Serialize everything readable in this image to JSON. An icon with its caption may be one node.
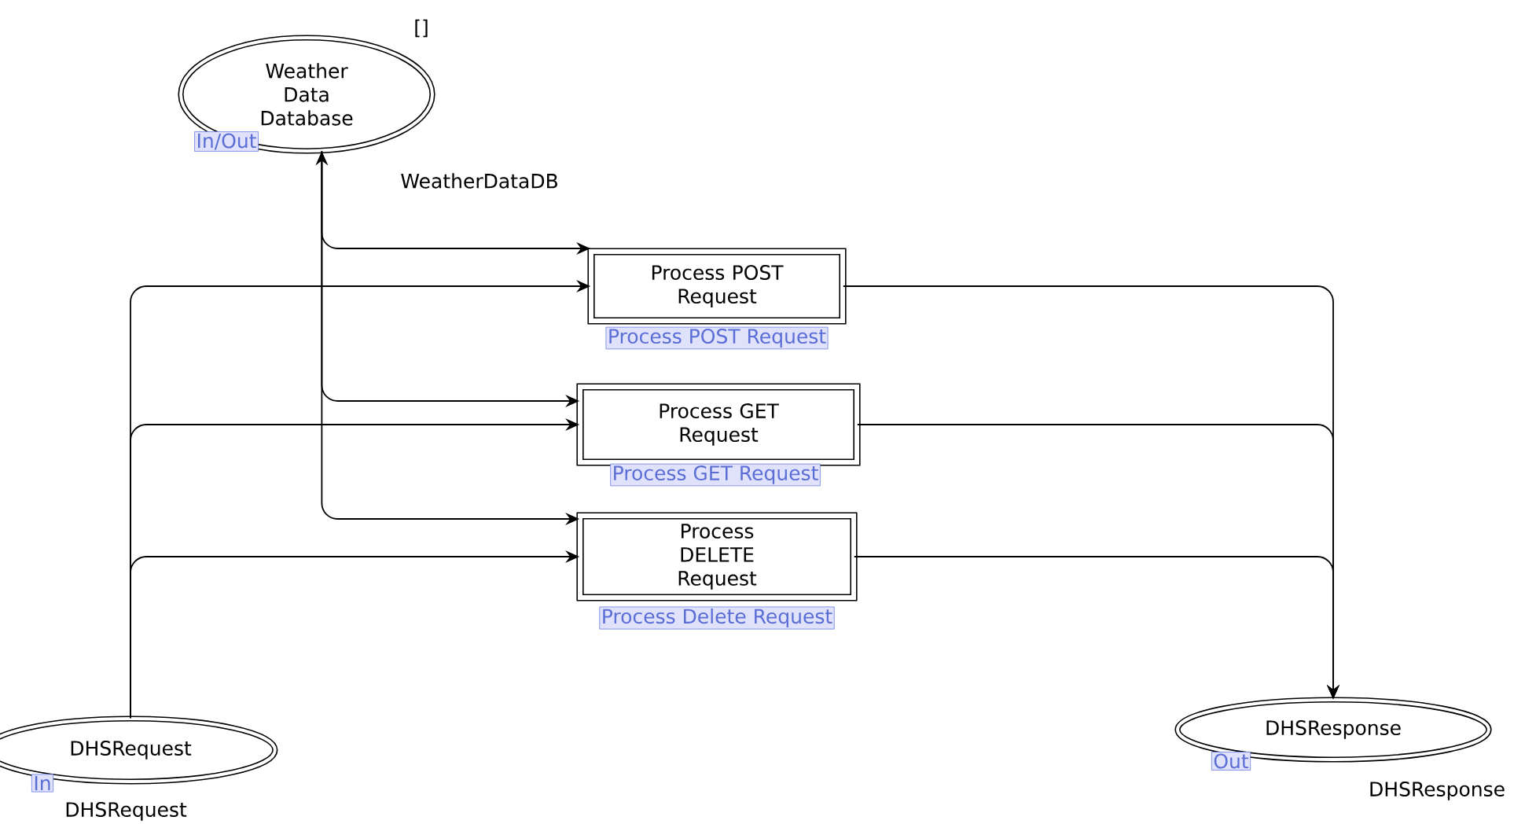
{
  "diagram": {
    "nodes": [
      {
        "text": [
          "Weather Data Database"
        ],
        "beside": [
          "[]",
          "In/Out",
          "WeatherDataDB"
        ]
      },
      {
        "text": [
          "Process POST Request"
        ],
        "beside": [
          "Process POST Request"
        ]
      },
      {
        "text": [
          "Process GET Request"
        ],
        "beside": [
          "Process GET Request"
        ]
      },
      {
        "text": [
          "Process DELETE Request"
        ],
        "beside": [
          "Process Delete Request"
        ]
      },
      {
        "text": [
          "DHSRequest"
        ],
        "beside": [
          "In",
          "DHSRequest"
        ]
      },
      {
        "text": [
          "DHSResponse"
        ],
        "beside": [
          "Out",
          "DHSResponse"
        ]
      }
    ],
    "edges": [
      {
        "from": 0,
        "to": 1,
        "arrow": "both"
      },
      {
        "from": 0,
        "to": 2,
        "arrow": "to"
      },
      {
        "from": 0,
        "to": 3,
        "arrow": "to"
      },
      {
        "from": 4,
        "to": 1,
        "arrow": "to"
      },
      {
        "from": 4,
        "to": 2,
        "arrow": "to"
      },
      {
        "from": 4,
        "to": 3,
        "arrow": "to"
      },
      {
        "from": 1,
        "to": 5,
        "arrow": "to"
      },
      {
        "from": 2,
        "to": 5,
        "arrow": "to"
      },
      {
        "from": 3,
        "to": 5,
        "arrow": "to"
      }
    ]
  }
}
